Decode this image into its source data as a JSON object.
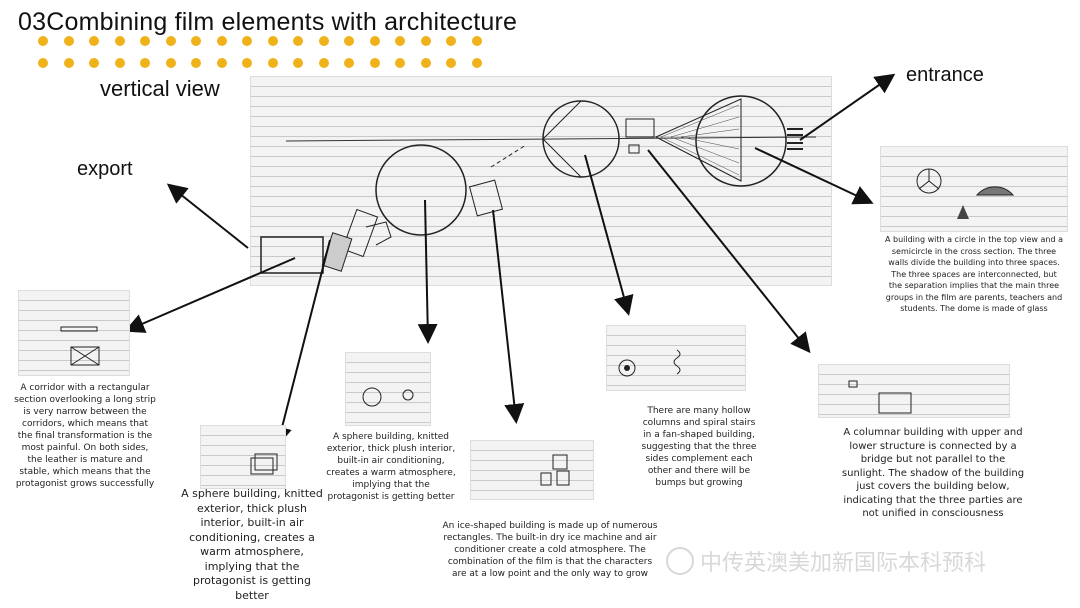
{
  "title": "03Combining film elements with architecture",
  "accent": "#f0b21a",
  "labels": {
    "vertical_view": "vertical view",
    "entrance": "entrance",
    "export": "export"
  },
  "captions": {
    "corridor": "A corridor with a rectangular section overlooking a long strip is very narrow between the corridors, which means that the final transformation is the most painful. On both sides, the leather is mature and stable, which means that the protagonist grows successfully",
    "sphere_large": "A sphere building, knitted exterior, thick plush interior, built-in air conditioning, creates a warm atmosphere, implying that the protagonist is getting better",
    "sphere_small": "A sphere building, knitted exterior, thick plush interior, built-in air conditioning, creates a warm atmosphere, implying that the protagonist is getting better",
    "ice": "An ice-shaped building is made up of numerous rectangles. The built-in dry ice machine and air conditioner create a cold atmosphere. The combination of the film is that the characters are at a low point and the only way to grow",
    "hollow": "There are many hollow columns and spiral stairs in a fan-shaped building, suggesting that the three sides complement each other and there will be bumps but growing",
    "columnar": "A columnar building with upper and lower structure is connected by a bridge but not parallel to the sunlight. The shadow of the building just covers the building below, indicating that the three parties are not unified in consciousness",
    "dome": "A building with a circle in the top view and a semicircle in the cross section. The three walls divide the building into three spaces. The three spaces are interconnected, but the separation implies that the main three groups in the film are parents, teachers and students. The dome is made of glass"
  },
  "watermark": "中传英澳美加新国际本科预科"
}
